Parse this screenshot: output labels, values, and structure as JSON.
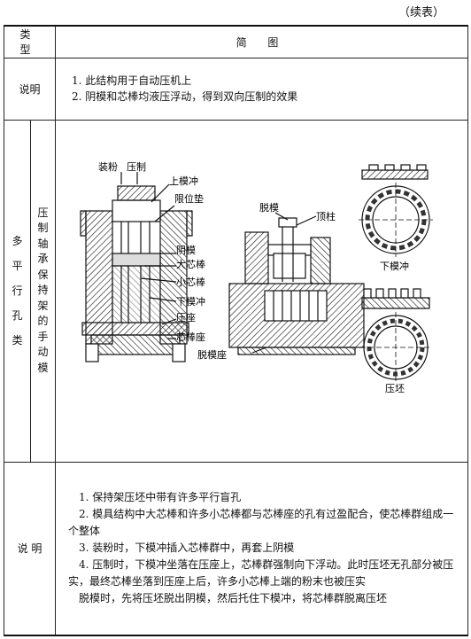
{
  "continued": "（续表）",
  "header": {
    "type": "类 型",
    "diagram": "简 图"
  },
  "row1": {
    "label": "说明",
    "notes": [
      "1. 此结构用于自动压机上",
      "2. 阴模和芯棒均液压浮动，得到双向压制的效果"
    ]
  },
  "row2": {
    "category": [
      "多",
      "平",
      "行",
      "孔",
      "类"
    ],
    "name": [
      "压",
      "制",
      "轴",
      "承",
      "保",
      "持",
      "架",
      "的",
      "手",
      "动",
      "模"
    ],
    "labels": {
      "fill": "装粉",
      "press": "压制",
      "upper_punch": "上模冲",
      "limit_pad": "限位垫",
      "die": "阴模",
      "big_core": "大芯棒",
      "small_core": "小芯棒",
      "lower_punch": "下模冲",
      "press_seat": "压座",
      "core_seat": "芯棒座",
      "demold": "脱模",
      "ejector": "顶柱",
      "demold_seat": "脱模座",
      "lower_punch_2": "下模冲",
      "compact": "压坯"
    }
  },
  "row3": {
    "label": "说 明",
    "notes": [
      "1. 保持架压坯中带有许多平行盲孔",
      "2. 模具结构中大芯棒和许多小芯棒都与芯棒座的孔有过盈配合，使芯棒群组成一个整体",
      "3. 装粉时，下模冲插入芯棒群中，再套上阴模",
      "4. 压制时，下模冲坐落在压座上，芯棒群强制向下浮动。此时压坯无孔部分被压实，最终芯棒坐落到压座上后，许多小芯棒上端的粉末也被压实",
      "脱模时，先将压坯脱出阴模，然后托住下模冲，将芯棒群脱离压坯"
    ]
  }
}
